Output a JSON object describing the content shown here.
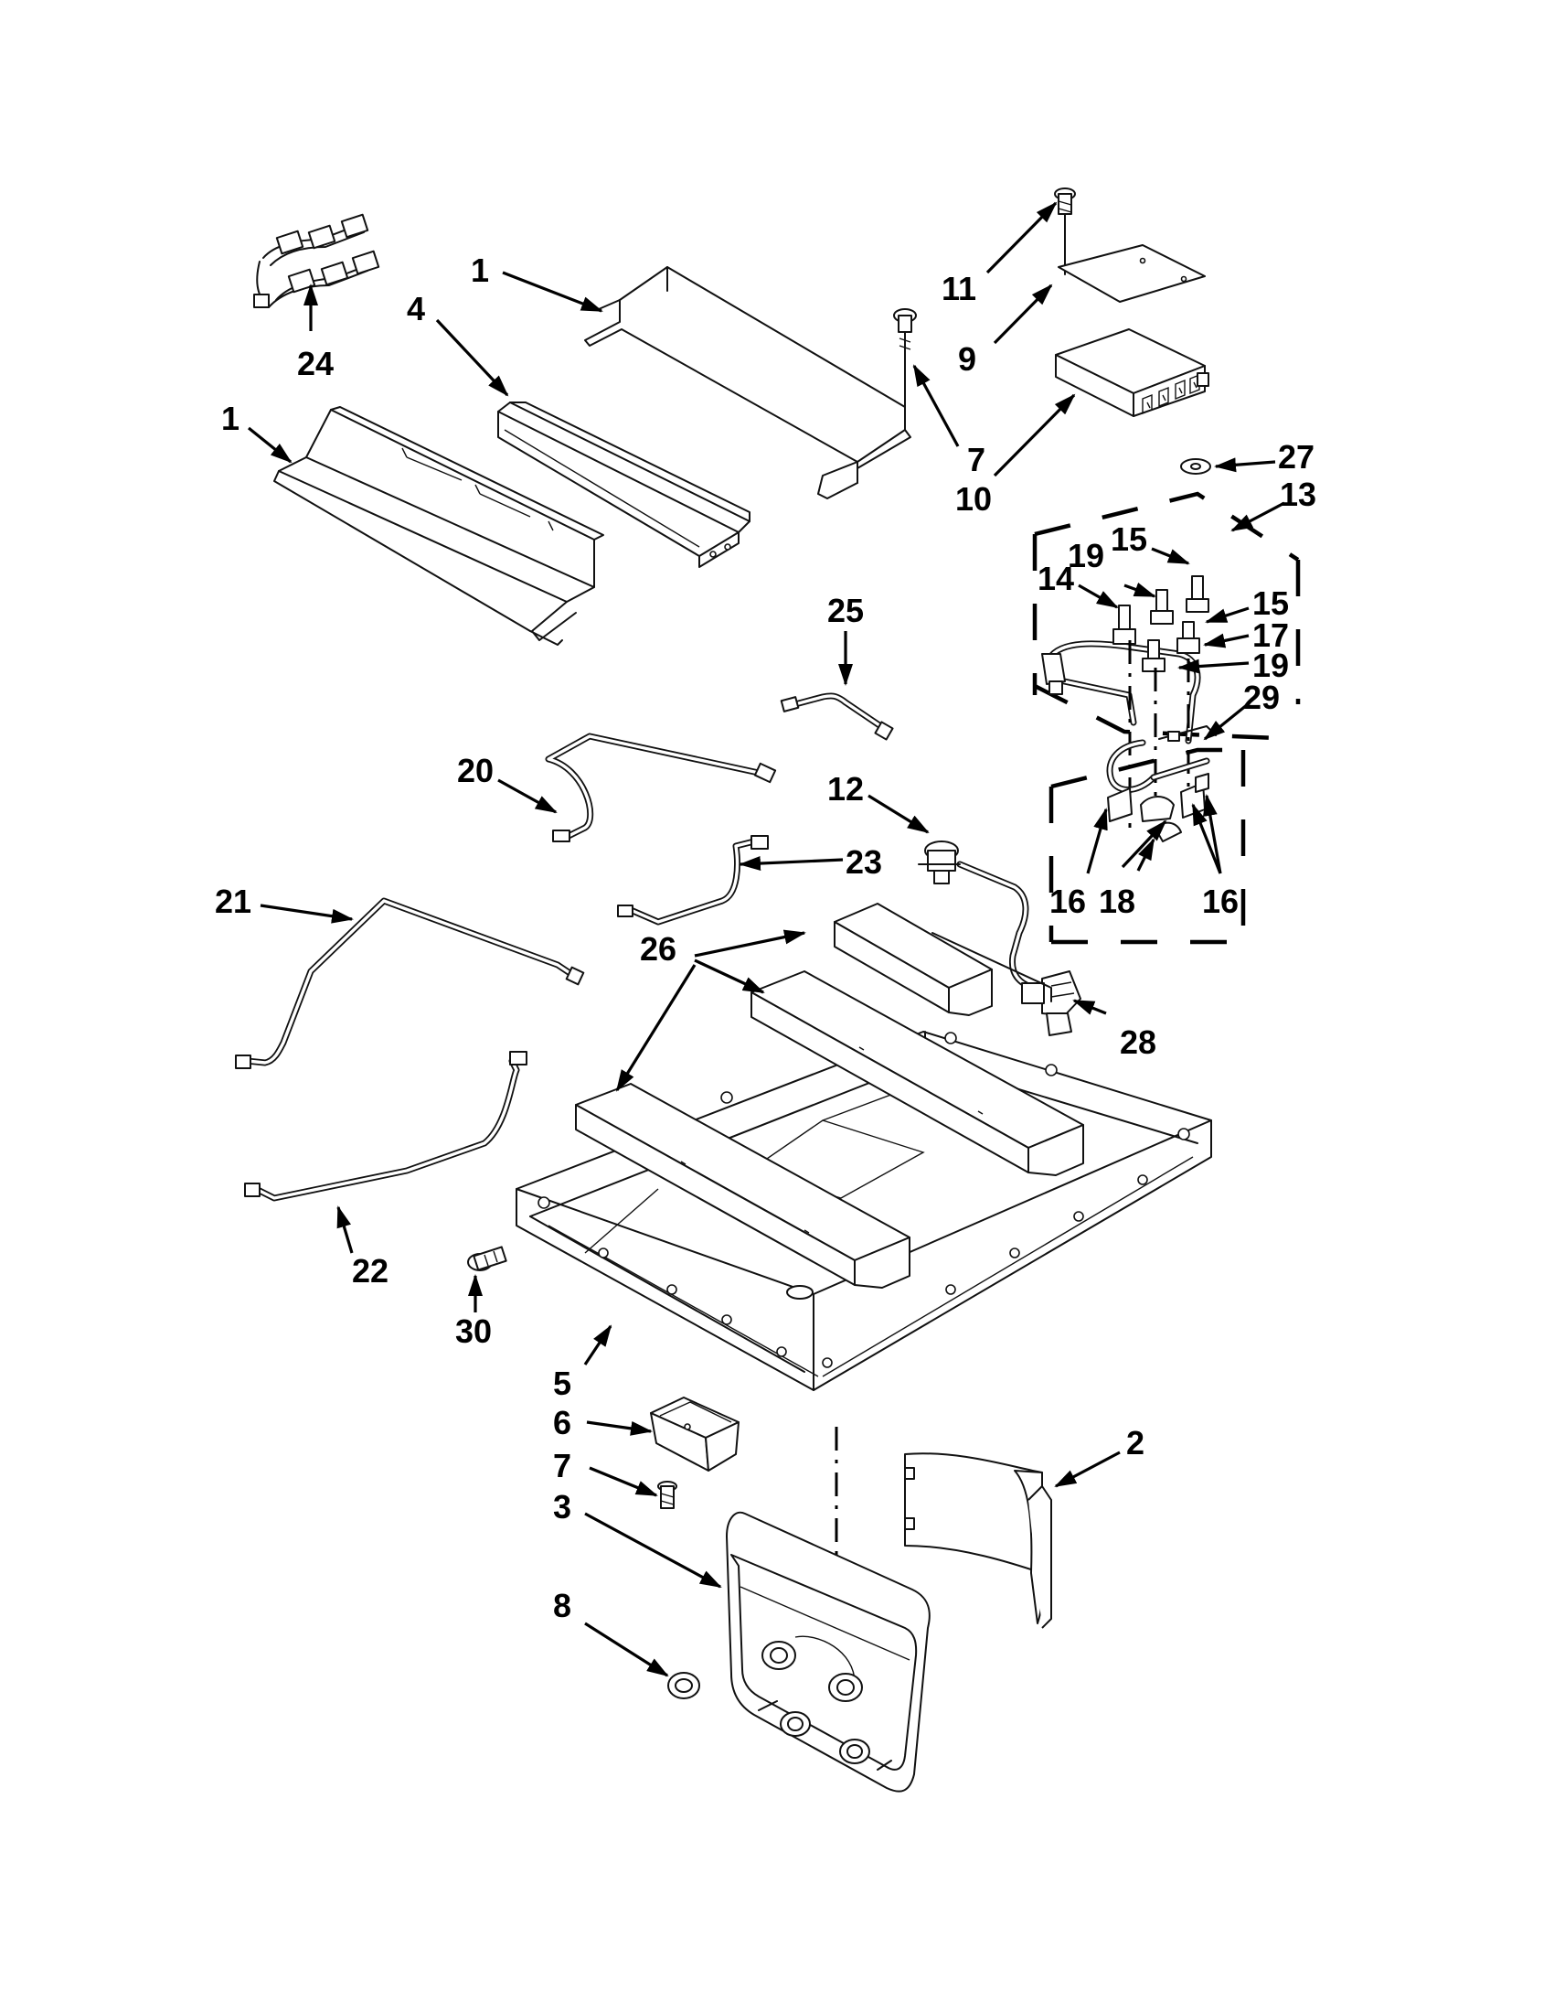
{
  "callouts": [
    "1",
    "1",
    "2",
    "3",
    "4",
    "5",
    "6",
    "7",
    "7",
    "8",
    "9",
    "10",
    "11",
    "12",
    "13",
    "14",
    "15",
    "15",
    "16",
    "16",
    "17",
    "18",
    "19",
    "19",
    "20",
    "21",
    "22",
    "23",
    "24",
    "25",
    "26",
    "27",
    "28",
    "29",
    "30"
  ]
}
